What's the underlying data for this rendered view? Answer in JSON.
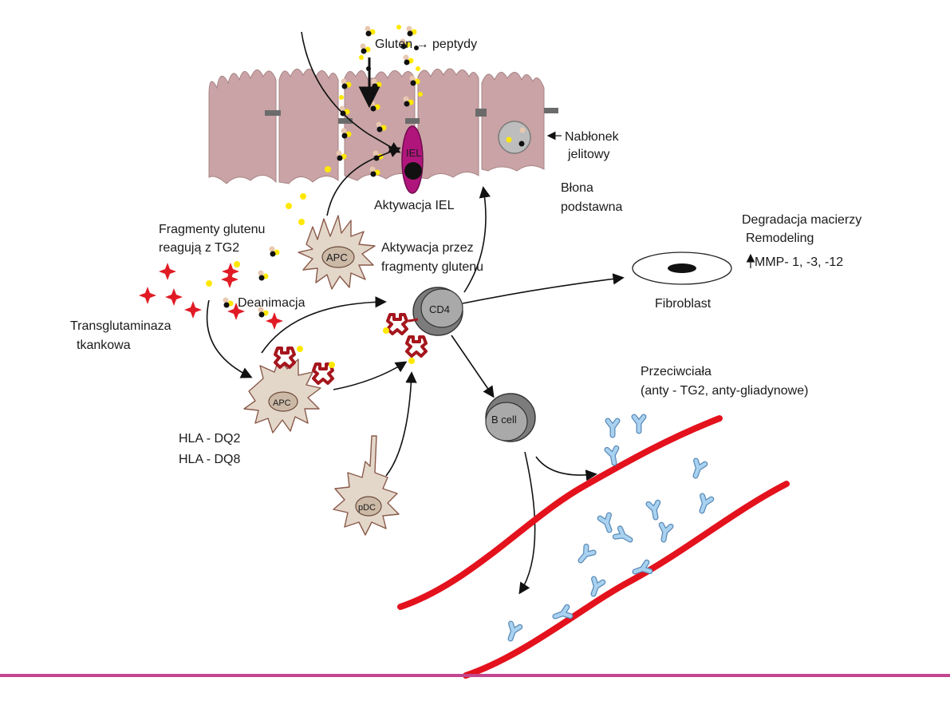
{
  "labels": {
    "gluten_peptides": "Gluten → peptydy",
    "epithelium_line1": "Nabłonek",
    "epithelium_line2": "jelitowy",
    "basement_line1": "Błona",
    "basement_line2": "podstawna",
    "iel": "IEL",
    "iel_activation": "Aktywacja IEL",
    "fragments_line1": "Fragmenty glutenu",
    "fragments_line2": "reagują z TG2",
    "apc_activation_line1": "Aktywacja przez",
    "apc_activation_line2": "fragmenty glutenu",
    "apc": "APC",
    "deamidation": "Deanimacja",
    "transglutaminase_line1": "Transglutaminaza",
    "transglutaminase_line2": "tkankowa",
    "cd4": "CD4",
    "hla_dq2": "HLA - DQ2",
    "hla_dq8": "HLA - DQ8",
    "pdc": "pDC",
    "b_cell": "B cell",
    "fibroblast": "Fibroblast",
    "matrix_line1": "Degradacja macierzy",
    "matrix_line2": "Remodeling",
    "mmp": "MMP- 1, -3, -12",
    "antibodies_line1": "Przeciwciała",
    "antibodies_line2": "(anty - TG2, anty-gliadynowe)"
  },
  "colors": {
    "epithelium": "#c9a3a5",
    "iel": "#b0157c",
    "apc_fill": "#e3d7ca",
    "apc_stroke": "#8a5a4a",
    "cd4_fill": "#9a9a9a",
    "hla_receptor": "#a5161d",
    "tg2_star": "#e01b24",
    "peptide_yellow": "#ffe800",
    "peptide_black": "#111111",
    "vessel": "#e3121d",
    "antibody": "#8fc0e6",
    "divider": "#c2478f"
  }
}
